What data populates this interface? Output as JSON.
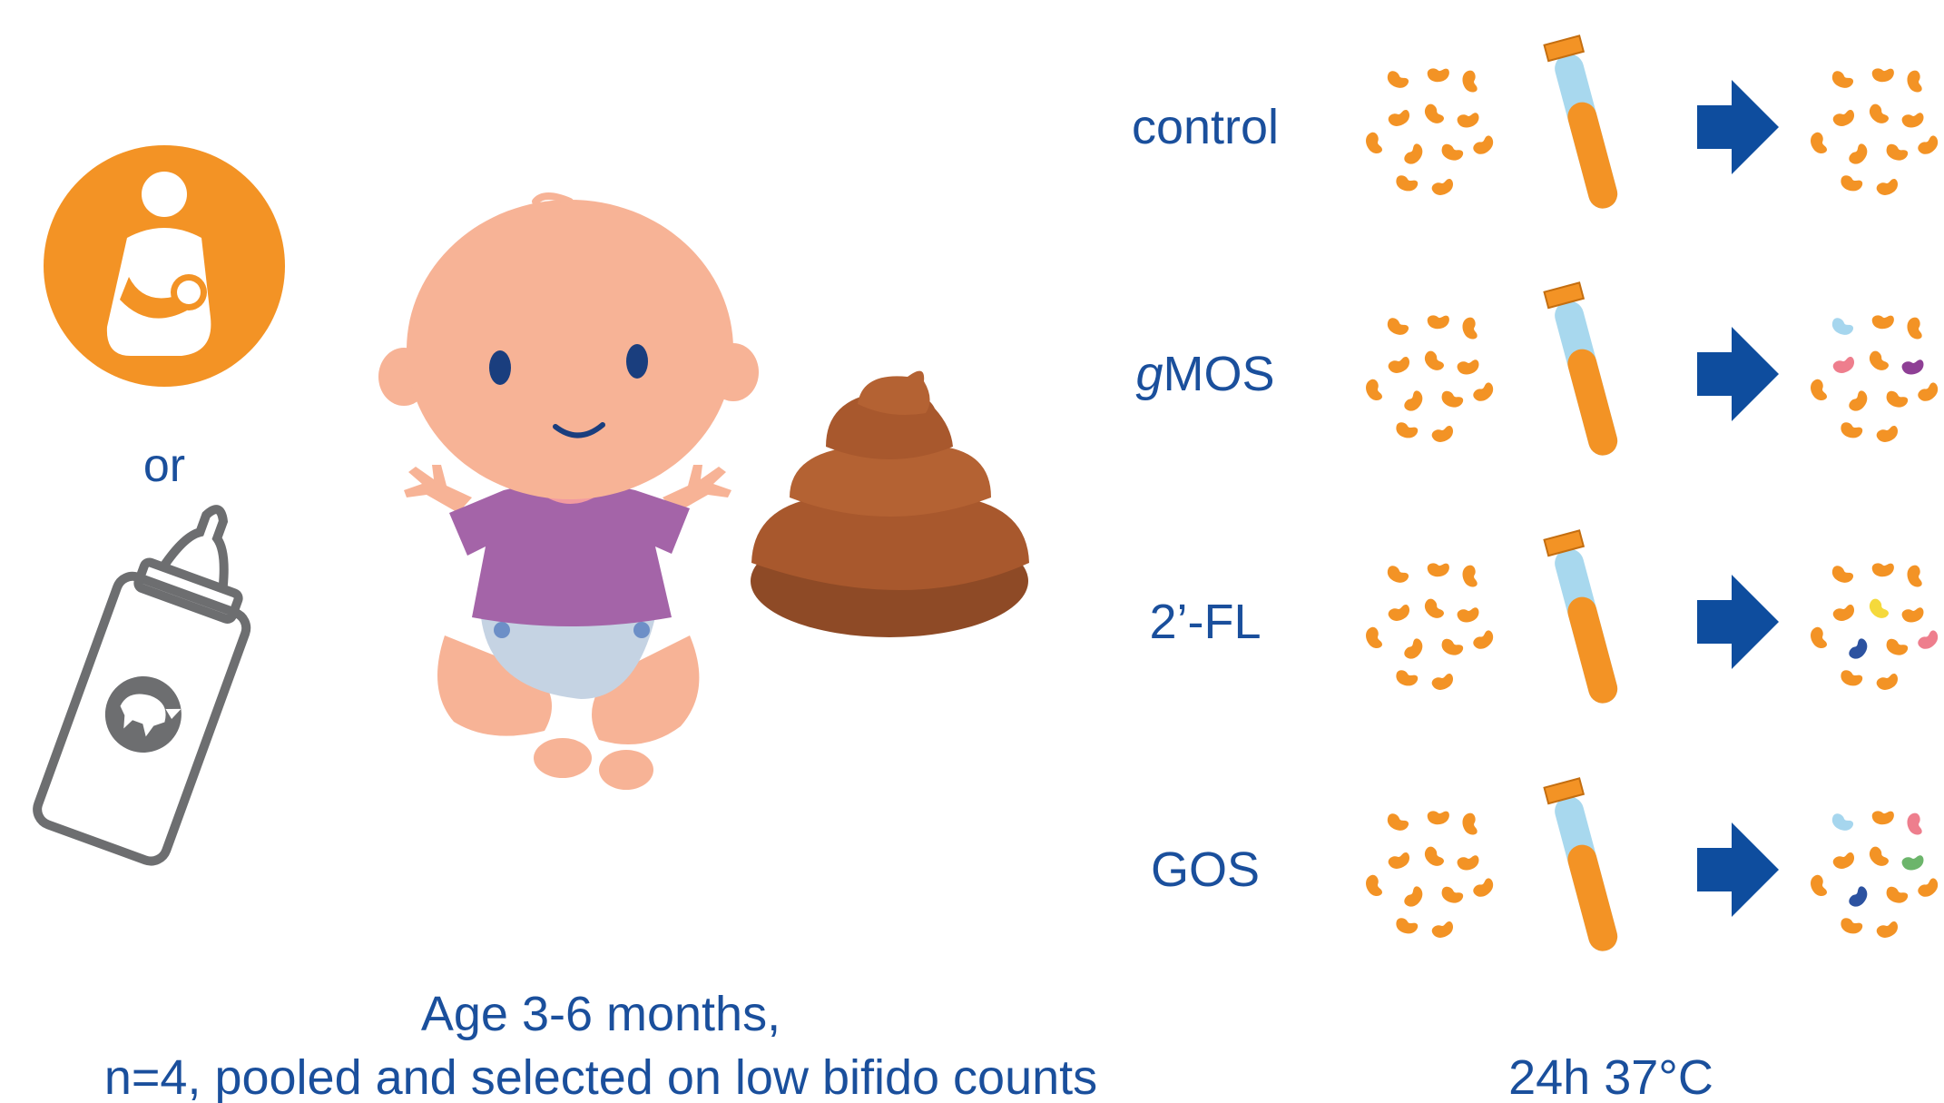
{
  "labels": {
    "or": "or",
    "subject_line1": "Age 3-6 months,",
    "subject_line2": "n=4, pooled and selected on low bifido counts",
    "incubation": "24h 37°C"
  },
  "conditions": [
    {
      "prefix": "",
      "label": "control",
      "mixed": false
    },
    {
      "prefix": "g",
      "label": "MOS",
      "mixed": true
    },
    {
      "prefix": "",
      "label": "2’-FL",
      "mixed": true
    },
    {
      "prefix": "",
      "label": "GOS",
      "mixed": true
    }
  ],
  "icons": {
    "breastfeeding": "breastfeeding-icon",
    "formula": "baby-bottle-cow-icon",
    "baby": "baby-illustration",
    "stool": "stool-icon",
    "bacteria": "bacteria-cluster-icon",
    "tube": "test-tube-icon",
    "arrow": "arrow-right-icon"
  },
  "colors": {
    "text": "#1a4f9c",
    "orange": "#f39325",
    "arrow": "#0e4d9e",
    "bottle": "#6d6e70",
    "skin": "#f7b396",
    "shirt": "#a464a8",
    "diaper": "#c5d3e3",
    "stool": "#a8582d",
    "tube_cap": "#a8d8ee",
    "bean_light_blue": "#a6d6ee",
    "bean_pink": "#ee7e8d",
    "bean_purple": "#8e3f95",
    "bean_yellow": "#f5d93b",
    "bean_blue": "#2c52a0",
    "bean_green": "#6cb56b"
  }
}
